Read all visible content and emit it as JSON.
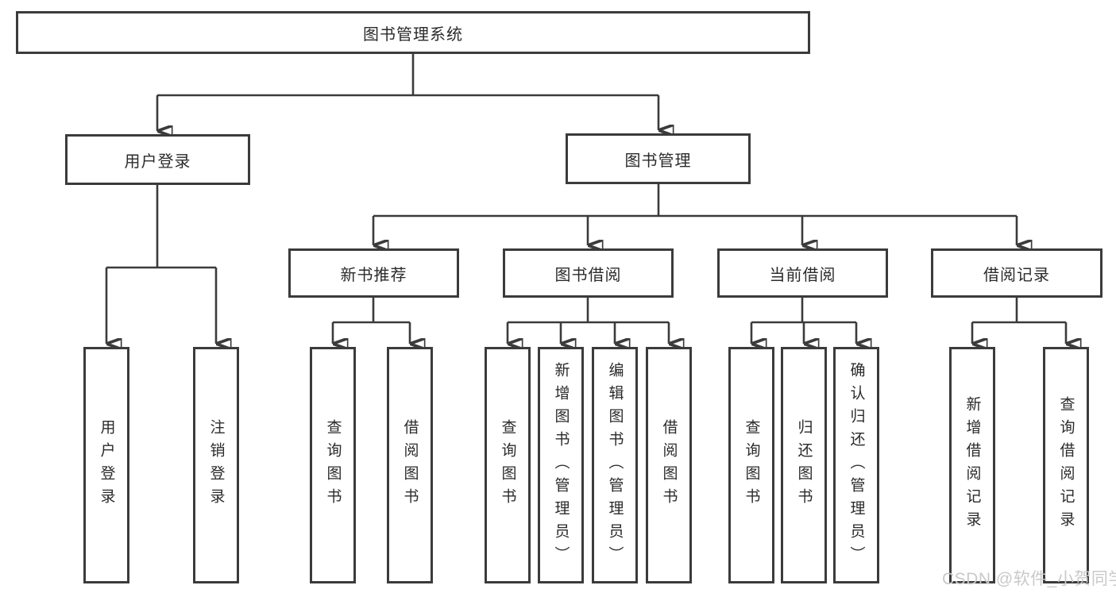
{
  "diagram_title": "图书管理系统",
  "tree": {
    "label": "图书管理系统",
    "children": [
      {
        "label": "用户登录",
        "children": [
          {
            "label": "用户登录"
          },
          {
            "label": "注销登录"
          }
        ]
      },
      {
        "label": "图书管理",
        "children": [
          {
            "label": "新书推荐",
            "children": [
              {
                "label": "查询图书"
              },
              {
                "label": "借阅图书"
              }
            ]
          },
          {
            "label": "图书借阅",
            "children": [
              {
                "label": "查询图书"
              },
              {
                "label": "新增图书（管理员）"
              },
              {
                "label": "编辑图书（管理员）"
              },
              {
                "label": "借阅图书"
              }
            ]
          },
          {
            "label": "当前借阅",
            "children": [
              {
                "label": "查询图书"
              },
              {
                "label": "归还图书"
              },
              {
                "label": "确认归还（管理员）"
              }
            ]
          },
          {
            "label": "借阅记录",
            "children": [
              {
                "label": "新增借阅记录"
              },
              {
                "label": "查询借阅记录"
              }
            ]
          }
        ]
      }
    ]
  },
  "watermark": "CSDN @软件_小贺同学",
  "colors": {
    "line": "#3b3b3b",
    "text": "#2b2b2b",
    "background": "#ffffff",
    "watermark": "#c9c9c9"
  }
}
